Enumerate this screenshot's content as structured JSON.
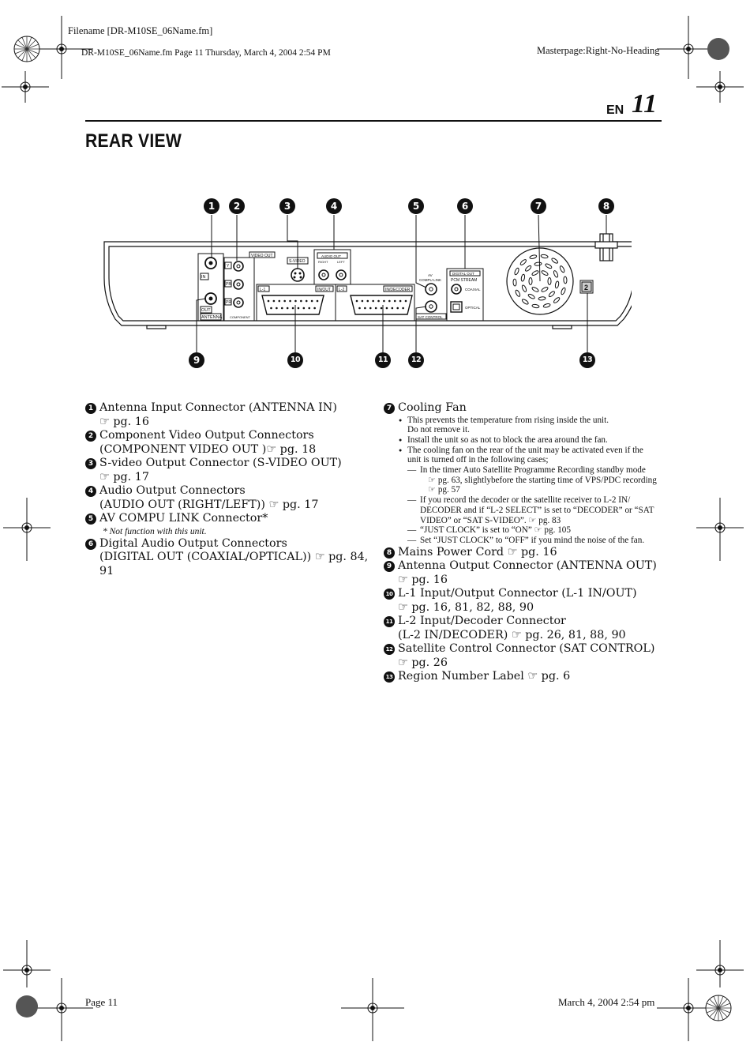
{
  "header": {
    "filename": "Filename [DR-M10SE_06Name.fm]",
    "fileinfo": "DR-M10SE_06Name.fm  Page 11  Thursday, March 4, 2004  2:54 PM",
    "masterpage": "Masterpage:Right-No-Heading",
    "lang": "EN",
    "page_number": "11"
  },
  "title": "REAR VIEW",
  "diagram": {
    "callouts": [
      "1",
      "2",
      "3",
      "4",
      "5",
      "6",
      "7",
      "8",
      "9",
      "10",
      "11",
      "12",
      "13"
    ],
    "panel_labels": {
      "in": "IN",
      "out": "OUT",
      "antenna": "ANTENNA",
      "video_out": "VIDEO OUT",
      "y": "Y",
      "pb": "PB",
      "pr": "PR",
      "component": "COMPONENT",
      "s_video": "S-VIDEO",
      "audio_out": "AUDIO OUT",
      "right": "RIGHT",
      "left": "LEFT",
      "l1": "L-1",
      "in_out": "IN/OUT",
      "l2": "L-2",
      "in_decoder": "IN/DECODER",
      "av": "AV",
      "compu_link": "COMPU LINK",
      "sat_control": "SAT CONTROL",
      "digital_out": "DIGITAL  OUT",
      "pcm_stream": "PCM STREAM",
      "coaxial": "COAXIAL",
      "optical": "OPTICAL",
      "region": "2"
    }
  },
  "left_items": [
    {
      "num": "1",
      "lines": [
        "Antenna Input Connector (ANTENNA IN)",
        "☞ pg. 16"
      ]
    },
    {
      "num": "2",
      "lines": [
        "Component Video Output Connectors",
        "(COMPONENT VIDEO OUT )☞ pg. 18"
      ]
    },
    {
      "num": "3",
      "lines": [
        "S-video Output Connector (S-VIDEO OUT)",
        "☞ pg. 17"
      ]
    },
    {
      "num": "4",
      "lines": [
        "Audio Output Connectors",
        "(AUDIO OUT (RIGHT/LEFT)) ☞ pg. 17"
      ]
    },
    {
      "num": "5",
      "lines": [
        "AV COMPU LINK Connector*"
      ],
      "note": "*  Not function with this unit."
    },
    {
      "num": "6",
      "lines": [
        "Digital Audio Output Connectors",
        "(DIGITAL OUT (COAXIAL/OPTICAL)) ☞ pg. 84,",
        "91"
      ]
    }
  ],
  "item7": {
    "num": "7",
    "label": "Cooling Fan",
    "bullets": [
      {
        "lines": [
          "This prevents the temperature from rising inside the unit.",
          "Do not remove it."
        ]
      },
      {
        "lines": [
          "Install the unit so as not to block the area around the fan."
        ]
      },
      {
        "lines": [
          "The cooling fan on the rear of the unit may be activated even if the",
          "unit is turned off in the following cases;"
        ]
      }
    ],
    "dashes": [
      {
        "lines": [
          "In the timer Auto Satellite Programme Recording standby mode",
          "☞ pg. 63, slightlybefore the starting time of VPS/PDC recording",
          "☞ pg. 57"
        ]
      },
      {
        "lines": [
          "If you record the decoder or the satellite receiver to L-2 IN/",
          "DECODER and if “L-2 SELECT” is set to “DECODER” or “SAT",
          "VIDEO” or “SAT S-VIDEO”. ☞ pg. 83"
        ]
      },
      {
        "lines": [
          "“JUST CLOCK” is set to “ON” ☞ pg. 105"
        ]
      },
      {
        "lines": [
          "Set “JUST CLOCK” to “OFF” if you mind the noise of the fan."
        ]
      }
    ]
  },
  "right_items": [
    {
      "num": "8",
      "lines": [
        "Mains Power Cord ☞ pg. 16"
      ]
    },
    {
      "num": "9",
      "lines": [
        "Antenna Output Connector (ANTENNA OUT)",
        "☞ pg. 16"
      ]
    },
    {
      "num": "10",
      "lines": [
        "L-1 Input/Output Connector (L-1 IN/OUT)",
        "☞ pg. 16, 81, 82, 88, 90"
      ]
    },
    {
      "num": "11",
      "lines": [
        "L-2 Input/Decoder Connector",
        "(L-2 IN/DECODER) ☞ pg. 26, 81, 88, 90"
      ]
    },
    {
      "num": "12",
      "lines": [
        "Satellite Control Connector (SAT CONTROL)",
        "☞ pg. 26"
      ]
    },
    {
      "num": "13",
      "lines": [
        "Region Number Label ☞ pg. 6"
      ]
    }
  ],
  "footer": {
    "page": "Page 11",
    "date": "March 4, 2004 2:54 pm"
  }
}
